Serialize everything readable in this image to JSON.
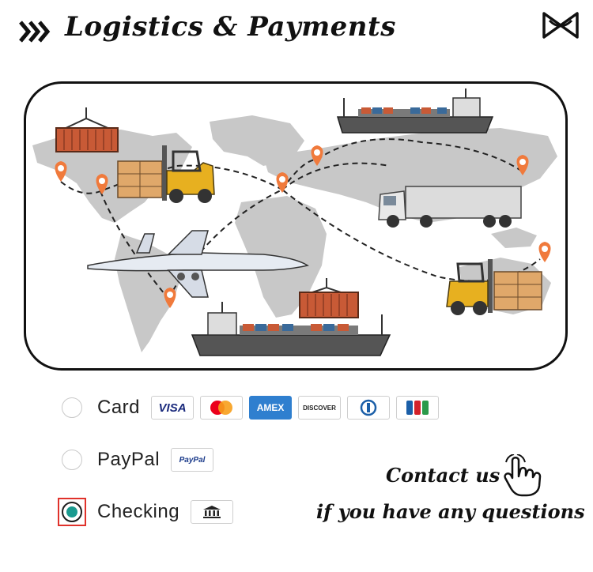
{
  "header": {
    "title": "Logistics  & Payments",
    "chevrons_icon": "triple-chevron-icon",
    "logo_icon": "bowtie-logo-icon"
  },
  "map": {
    "icons": [
      "world-map",
      "cargo-ship-icon",
      "container-crane-icon",
      "forklift-icon",
      "truck-icon",
      "airplane-icon",
      "location-pin-icon"
    ],
    "colors": {
      "land": "#c8c8c8",
      "pin": "#f07a3c",
      "container": "#c85a36",
      "route": "#222222"
    }
  },
  "payment": {
    "options": [
      {
        "label": "Card",
        "selected": false
      },
      {
        "label": "PayPal",
        "selected": false
      },
      {
        "label": "Checking",
        "selected": true
      }
    ],
    "card_badges": [
      "VISA",
      "AMEX",
      "DISCOVER"
    ],
    "paypal_badge": "PayPal",
    "card_badge_icons": [
      "visa-icon",
      "mastercard-icon",
      "amex-icon",
      "discover-icon",
      "diners-club-icon",
      "jcb-icon"
    ],
    "checking_icon": "bank-icon"
  },
  "contact": {
    "line1": "Contact us",
    "line2": "if you have any questions",
    "icon": "pointing-hand-icon"
  },
  "colors": {
    "selected_radio": "#1a9a8f",
    "selected_outline": "#e0322b",
    "amex": "#2f7fcf",
    "visa": "#1a2a7c"
  }
}
